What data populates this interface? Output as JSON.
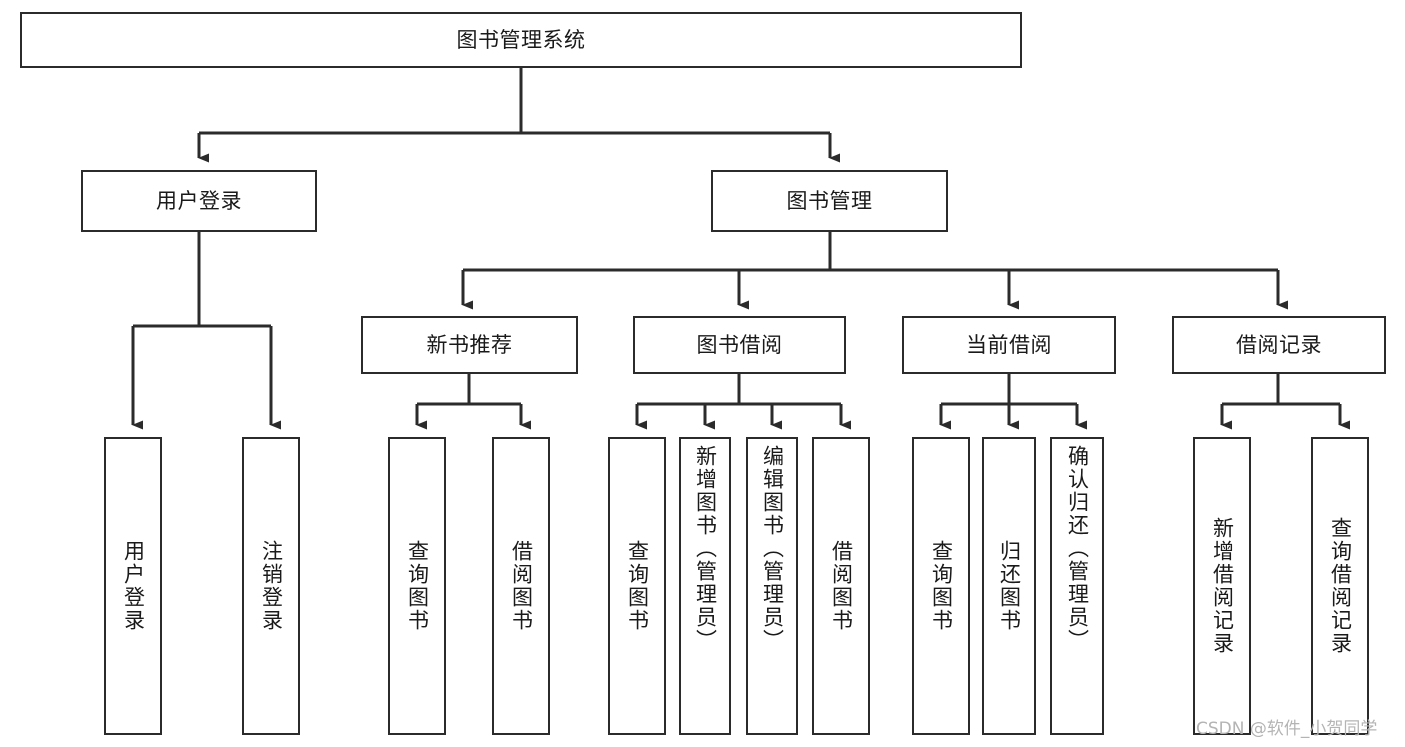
{
  "diagram": {
    "title": "图书管理系统",
    "type": "tree-hierarchy-chart",
    "watermark": "CSDN @软件_小贺同学",
    "colors": {
      "box_border": "#2b2b2b",
      "box_fill": "#ffffff",
      "edge": "#2b2b2b",
      "text": "#1a1a1a",
      "watermark": "#b4b4b4",
      "background": "#ffffff"
    },
    "nodes": {
      "root": {
        "label": "图书管理系统"
      },
      "level2": [
        {
          "id": "user-login",
          "label": "用户登录"
        },
        {
          "id": "book-management",
          "label": "图书管理"
        }
      ],
      "level3": [
        {
          "id": "new-book-recommend",
          "label": "新书推荐"
        },
        {
          "id": "book-borrow",
          "label": "图书借阅"
        },
        {
          "id": "current-borrow",
          "label": "当前借阅"
        },
        {
          "id": "borrow-record",
          "label": "借阅记录"
        }
      ],
      "leaves": {
        "user_login": [
          {
            "id": "leaf-user-login",
            "label": "用户登录"
          },
          {
            "id": "leaf-logout-login",
            "label": "注销登录"
          }
        ],
        "new_book_recommend": [
          {
            "id": "leaf-query-book-1",
            "label": "查询图书"
          },
          {
            "id": "leaf-borrow-book-1",
            "label": "借阅图书"
          }
        ],
        "book_borrow": [
          {
            "id": "leaf-query-book-2",
            "label": "查询图书"
          },
          {
            "id": "leaf-add-book",
            "label": "新增图书（管理员）"
          },
          {
            "id": "leaf-edit-book",
            "label": "编辑图书（管理员）"
          },
          {
            "id": "leaf-borrow-book-2",
            "label": "借阅图书"
          }
        ],
        "current_borrow": [
          {
            "id": "leaf-query-book-3",
            "label": "查询图书"
          },
          {
            "id": "leaf-return-book",
            "label": "归还图书"
          },
          {
            "id": "leaf-confirm-return",
            "label": "确认归还（管理员）"
          }
        ],
        "borrow_record": [
          {
            "id": "leaf-add-record",
            "label": "新增借阅记录"
          },
          {
            "id": "leaf-query-record",
            "label": "查询借阅记录"
          }
        ]
      }
    }
  }
}
